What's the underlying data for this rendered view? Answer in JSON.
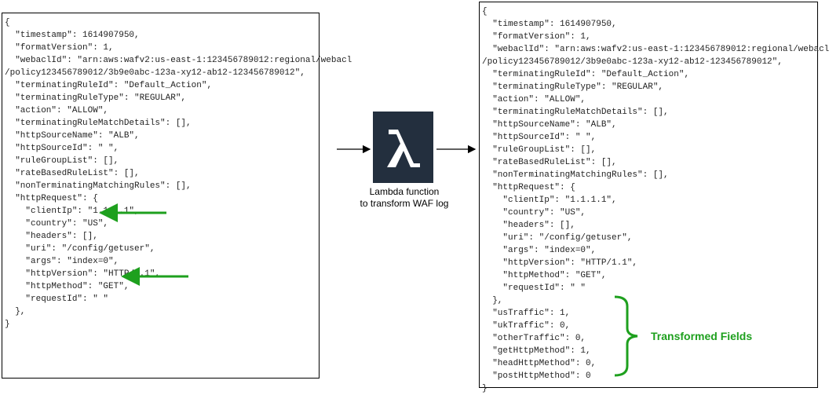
{
  "left_json": {
    "lines": [
      "{",
      "  \"timestamp\": 1614907950,",
      "  \"formatVersion\": 1,",
      "  \"webaclId\": \"arn:aws:wafv2:us-east-1:123456789012:regional/webacl",
      "/policy123456789012/3b9e0abc-123a-xy12-ab12-123456789012\",",
      "  \"terminatingRuleId\": \"Default_Action\",",
      "  \"terminatingRuleType\": \"REGULAR\",",
      "  \"action\": \"ALLOW\",",
      "  \"terminatingRuleMatchDetails\": [],",
      "  \"httpSourceName\": \"ALB\",",
      "  \"httpSourceId\": \" \",",
      "  \"ruleGroupList\": [],",
      "  \"rateBasedRuleList\": [],",
      "  \"nonTerminatingMatchingRules\": [],",
      "  \"httpRequest\": {",
      "    \"clientIp\": \"1.1.1.1\",",
      "    \"country\": \"US\",",
      "    \"headers\": [],",
      "    \"uri\": \"/config/getuser\",",
      "    \"args\": \"index=0\",",
      "    \"httpVersion\": \"HTTP/1.1\",",
      "    \"httpMethod\": \"GET\",",
      "    \"requestId\": \" \"",
      "  },",
      "}"
    ]
  },
  "right_json": {
    "lines": [
      "{",
      "  \"timestamp\": 1614907950,",
      "  \"formatVersion\": 1,",
      "  \"webaclId\": \"arn:aws:wafv2:us-east-1:123456789012:regional/webacl",
      "/policy123456789012/3b9e0abc-123a-xy12-ab12-123456789012\",",
      "  \"terminatingRuleId\": \"Default_Action\",",
      "  \"terminatingRuleType\": \"REGULAR\",",
      "  \"action\": \"ALLOW\",",
      "  \"terminatingRuleMatchDetails\": [],",
      "  \"httpSourceName\": \"ALB\",",
      "  \"httpSourceId\": \" \",",
      "  \"ruleGroupList\": [],",
      "  \"rateBasedRuleList\": [],",
      "  \"nonTerminatingMatchingRules\": [],",
      "  \"httpRequest\": {",
      "    \"clientIp\": \"1.1.1.1\",",
      "    \"country\": \"US\",",
      "    \"headers\": [],",
      "    \"uri\": \"/config/getuser\",",
      "    \"args\": \"index=0\",",
      "    \"httpVersion\": \"HTTP/1.1\",",
      "    \"httpMethod\": \"GET\",",
      "    \"requestId\": \" \"",
      "  },",
      "  \"usTraffic\": 1,",
      "  \"ukTraffic\": 0,",
      "  \"otherTraffic\": 0,",
      "  \"getHttpMethod\": 1,",
      "  \"headHttpMethod\": 0,",
      "  \"postHttpMethod\": 0",
      "}"
    ]
  },
  "lambda": {
    "icon": "aws-lambda-icon",
    "caption_line1": "Lambda function",
    "caption_line2": "to transform WAF log"
  },
  "transformed_label": "Transformed Fields",
  "colors": {
    "accent_green": "#1ea01e",
    "lambda_bg": "#232f3e"
  }
}
